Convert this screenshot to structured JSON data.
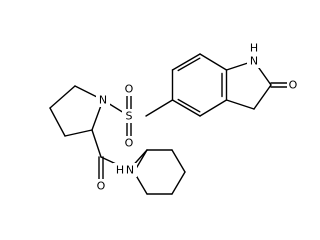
{
  "molecule": {
    "atoms": {
      "nh_ring": "N",
      "nh_ring_h": "H",
      "o_lactam": "O",
      "sulfur": "S",
      "o_sulfonyl_upper": "O",
      "o_sulfonyl_lower": "O",
      "n_pyrrolidine": "N",
      "o_amide": "O",
      "n_amide": "N",
      "n_amide_h": "H"
    }
  }
}
